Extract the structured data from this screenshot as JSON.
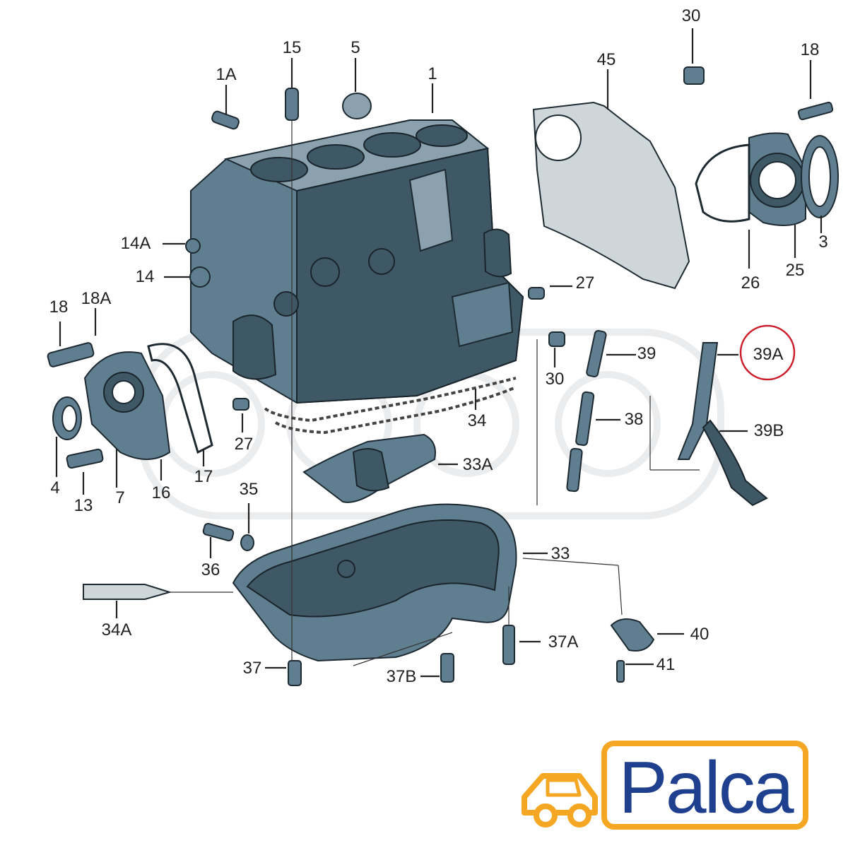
{
  "labels": {
    "l30a": "30",
    "l45": "45",
    "l18r": "18",
    "l15": "15",
    "l5": "5",
    "l1a": "1A",
    "l1": "1",
    "l14a": "14A",
    "l14": "14",
    "l3": "3",
    "l26": "26",
    "l25": "25",
    "l27a": "27",
    "l18l": "18",
    "l18a": "18A",
    "l39": "39",
    "l39a": "39A",
    "l30b": "30",
    "l34": "34",
    "l38": "38",
    "l39b": "39B",
    "l27b": "27",
    "l4": "4",
    "l13": "13",
    "l7": "7",
    "l16": "16",
    "l17": "17",
    "l33a": "33A",
    "l35": "35",
    "l36": "36",
    "l33": "33",
    "l34a": "34A",
    "l37a": "37A",
    "l40": "40",
    "l37": "37",
    "l37b": "37B",
    "l41": "41"
  },
  "highlight": {
    "label_key": "l39a",
    "color": "#cc1f2b"
  },
  "brand": {
    "name": "Palca",
    "text_color": "#1f3f8f",
    "accent_color": "#f5a623"
  }
}
